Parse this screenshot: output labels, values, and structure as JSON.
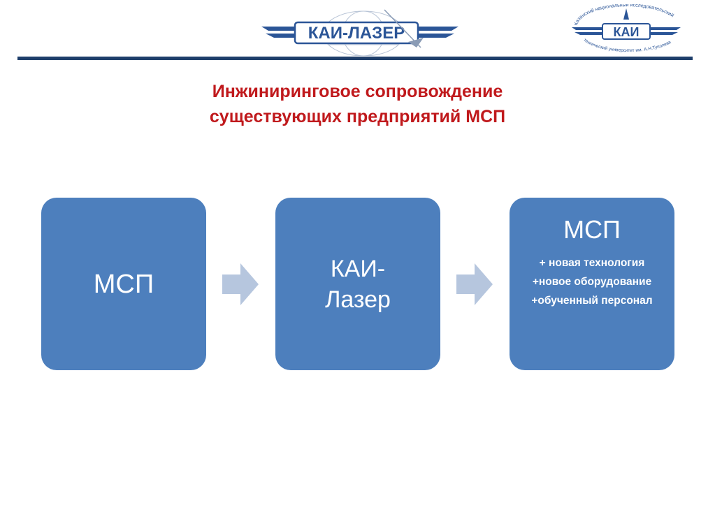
{
  "header": {
    "logo_left_text": "КАИ-ЛАЗЕР",
    "logo_right_text": "КАИ",
    "logo_right_arc_top": "Казанский национальный исследовательский",
    "logo_right_arc_bottom": "технический университет им. А.Н.Туполева"
  },
  "title": {
    "line1": "Инжиниринговое сопровождение",
    "line2": "существующих предприятий МСП"
  },
  "diagram": {
    "box1": {
      "label": "МСП"
    },
    "box2": {
      "line1": "КАИ-",
      "line2": "Лазер"
    },
    "box3": {
      "title": "МСП",
      "items": [
        "+ новая технология",
        "+новое оборудование",
        "+обученный персонал"
      ]
    }
  },
  "colors": {
    "title": "#c0191c",
    "box_fill": "#4d7fbd",
    "arrow_fill": "#b6c6de",
    "header_rule": "#1f3f6b",
    "logo_blue": "#2b5597"
  }
}
